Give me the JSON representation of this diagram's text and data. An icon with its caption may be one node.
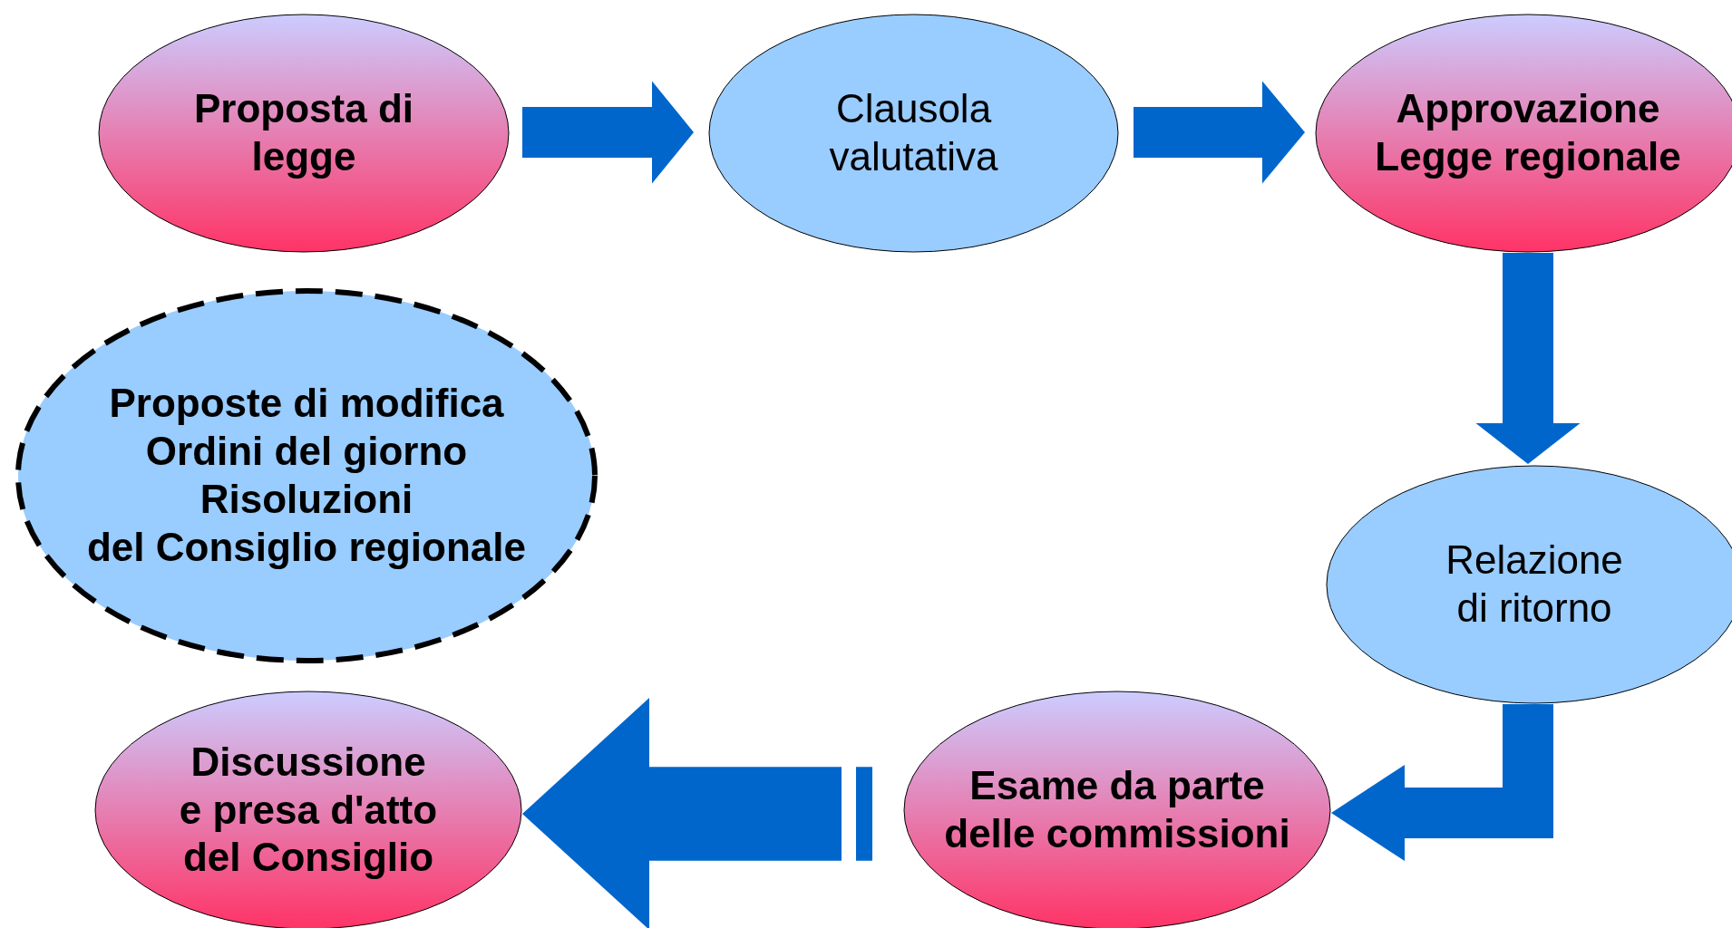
{
  "diagram": {
    "nodes": [
      {
        "text": [
          "Proposta di legge"
        ]
      },
      {
        "text": [
          "Clausola valutativa"
        ]
      },
      {
        "text": [
          "Approvazione Legge regionale"
        ]
      },
      {
        "text": [
          "Relazione di ritorno"
        ]
      },
      {
        "text": [
          "Esame da parte delle commissioni"
        ]
      },
      {
        "text": [
          "Discussione",
          "e presa d'atto",
          "del Consiglio"
        ]
      },
      {
        "text": [
          "Proposte di modifica",
          "Ordini del giorno",
          "Risoluzioni",
          "del Consiglio regionale"
        ]
      }
    ],
    "edges": [
      {
        "from": 0,
        "to": 1,
        "arrow": "to"
      },
      {
        "from": 1,
        "to": 2,
        "arrow": "to"
      },
      {
        "from": 2,
        "to": 3,
        "arrow": "to"
      },
      {
        "from": 3,
        "to": 4,
        "arrow": "to"
      },
      {
        "from": 4,
        "to": 5,
        "arrow": "to",
        "style": "thick"
      }
    ]
  }
}
